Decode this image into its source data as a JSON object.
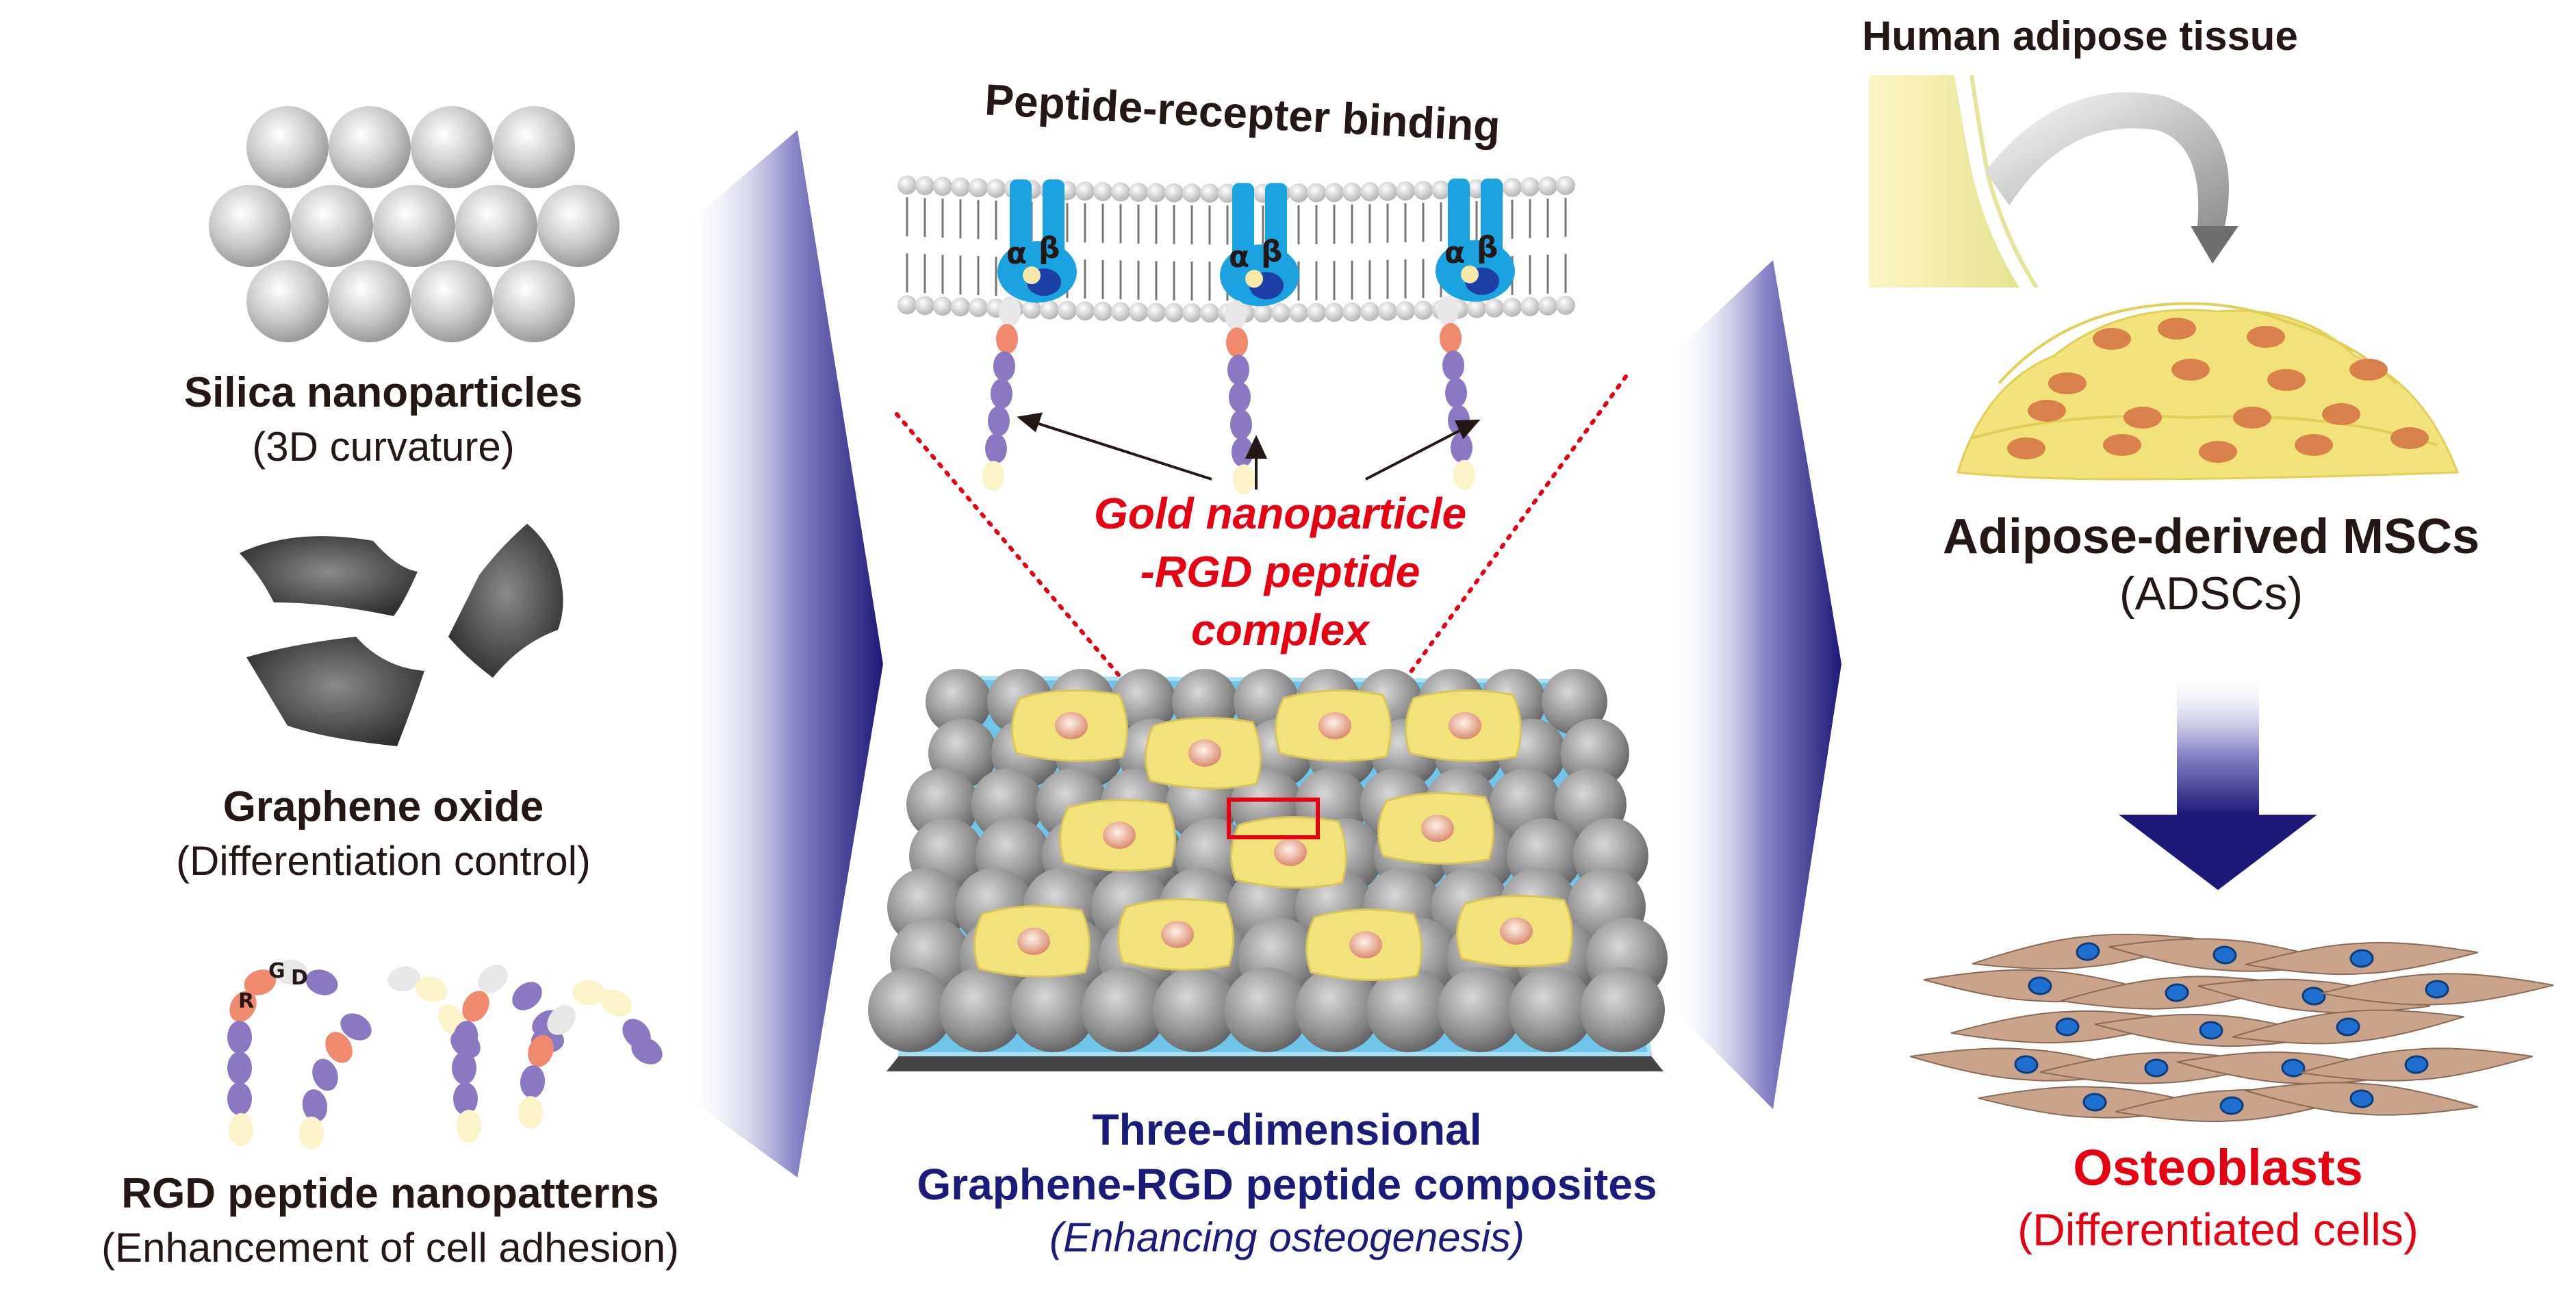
{
  "left": {
    "silica": {
      "title": "Silica nanoparticles",
      "subtitle": "(3D curvature)"
    },
    "graphene": {
      "title": "Graphene oxide",
      "subtitle": "(Differentiation control)"
    },
    "rgd": {
      "title": "RGD peptide nanopatterns",
      "subtitle": "(Enhancement of cell adhesion)",
      "letters": [
        "R",
        "G",
        "D"
      ]
    }
  },
  "center": {
    "membrane_title": "Peptide-recepter binding",
    "integrin_labels": [
      "α",
      "β"
    ],
    "complex_label": [
      "Gold nanoparticle",
      "-RGD peptide",
      "complex"
    ],
    "composite_title": [
      "Three-dimensional",
      "Graphene-RGD peptide composites"
    ],
    "composite_subtitle": "(Enhancing osteogenesis)"
  },
  "right": {
    "tissue_label": "Human adipose tissue",
    "adsc_title": "Adipose-derived MSCs",
    "adsc_subtitle": "(ADSCs)",
    "osteo_title": "Osteoblasts",
    "osteo_subtitle": "(Differentiated cells)"
  },
  "colors": {
    "text_dark": "#231815",
    "navy": "#1b1b7a",
    "red": "#e60012",
    "arrow": "#2a2580",
    "cell_yellow": "#f2e27a",
    "nucleus_orange": "#d9814a",
    "osteoblast": "#c9a38a",
    "osteoblast_nucleus": "#1f6fd1",
    "peptide_purple": "#8a78c2",
    "substrate_blue": "#6fc6ea",
    "integrin_blue": "#1aa3e0"
  }
}
